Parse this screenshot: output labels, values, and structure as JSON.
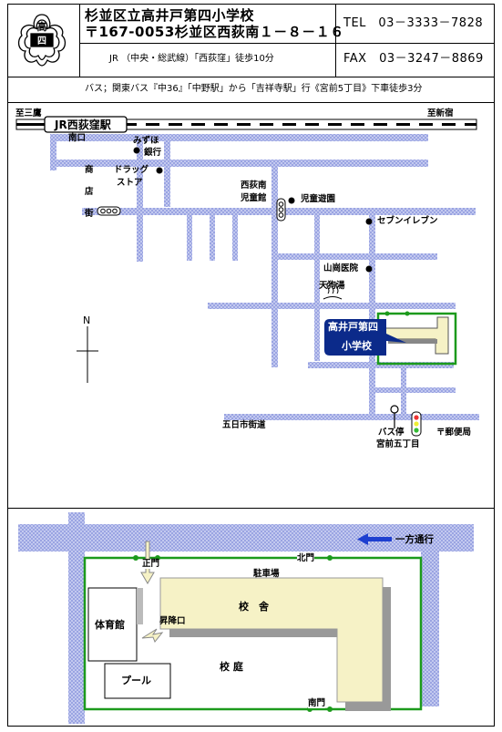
{
  "header": {
    "school_name": "杉並区立高井戸第四小学校",
    "address": "〒167-0053杉並区西荻南１－８－１６",
    "tel": "TEL　03－3333－7828",
    "fax": "FAX　03－3247－8869",
    "train_access": "JR （中央・総武線）「西荻窪」徒歩10分",
    "bus_access": "バス；関東バス『中36』「中野駅」から「吉祥寺駅」行《宮前5丁目》下車徒歩3分"
  },
  "area_map": {
    "station_name": "JR西荻窪駅",
    "to_west": "至三鷹",
    "to_east": "至新宿",
    "south_exit": "南口",
    "shopping_street": [
      "商",
      "店",
      "街"
    ],
    "landmarks": {
      "mizuho_bank": [
        "みずほ",
        "銀行"
      ],
      "drugstore": [
        "ドラッグ",
        "ストア"
      ],
      "nishiogi_center": [
        "西荻南",
        "児童館"
      ],
      "playground": "児童遊園",
      "seven_eleven": "セブンイレブン",
      "clinic": "山崗医院",
      "bathhouse": "天狗湯",
      "school_callout": [
        "高井戸第四",
        "小学校"
      ],
      "itsukaichi_road": "五日市街道",
      "bus_stop": [
        "バス停",
        "宮前五丁目"
      ],
      "post_office": "〒郵便局"
    },
    "compass": "N"
  },
  "campus_map": {
    "one_way": "一方通行",
    "north_gate": "北門",
    "main_gate": "正門",
    "parking": "駐車場",
    "school_building": "校　舎",
    "gym": "体育館",
    "entrance": "昇降口",
    "schoolyard": "校 庭",
    "pool": "プール",
    "south_gate": "南門"
  },
  "colors": {
    "road": "#b8c0ec",
    "road_hatch": "#d6dbf5",
    "school_fence": "#1c9a1c",
    "building_fill": "#f6f2c6",
    "callout": "#0b2a8a",
    "arrow_blue": "#1e3fd0"
  }
}
